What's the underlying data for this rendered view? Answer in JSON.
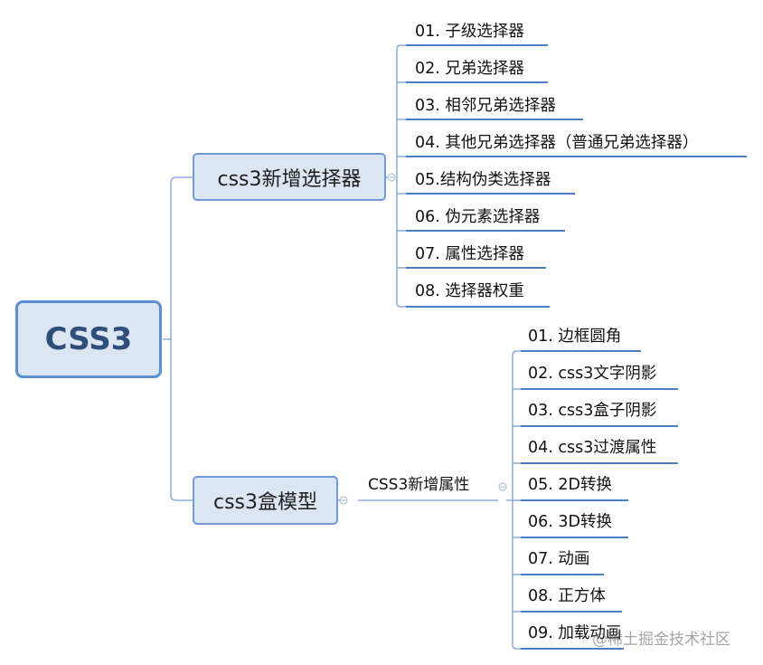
{
  "root": {
    "label": "CSS3"
  },
  "branches": [
    {
      "label": "css3新增选择器",
      "items": [
        "01. 子级选择器",
        "02. 兄弟选择器",
        "03. 相邻兄弟选择器",
        "04. 其他兄弟选择器（普通兄弟选择器）",
        "05.结构伪类选择器",
        "06. 伪元素选择器",
        "07. 属性选择器",
        "08. 选择器权重"
      ]
    },
    {
      "label": "css3盒模型",
      "sub_label": "CSS3新增属性",
      "items": [
        "01. 边框圆角",
        "02. css3文字阴影",
        "03. css3盒子阴影",
        "04. css3过渡属性",
        "05. 2D转换",
        "06. 3D转换",
        "07. 动画",
        "08. 正方体",
        "09. 加载动画"
      ]
    }
  ],
  "watermark": "@稀土掘金技术社区",
  "colors": {
    "node_fill": "#dce6f2",
    "root_border": "#5b8fd1",
    "branch_border": "#6f9ad6",
    "connector": "#7aa0d4",
    "underline": "#4a7fc4"
  }
}
